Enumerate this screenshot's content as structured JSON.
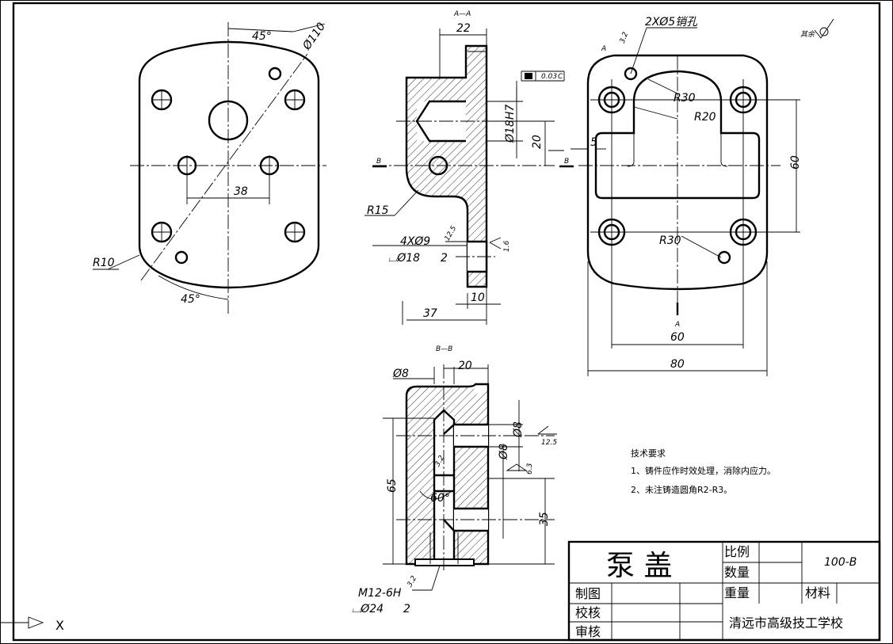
{
  "drawing": {
    "part_name": "泵  盖",
    "drawing_no": "100-B",
    "school": "清远市高级技工学校",
    "roles": {
      "drafted": "制图",
      "checked": "校核",
      "approved": "审核"
    },
    "props": {
      "scale": "比例",
      "quantity": "数量",
      "weight": "重量",
      "material": "材料"
    }
  },
  "views": {
    "section_aa": "A—A",
    "section_bb": "B—B",
    "plane_b": "B",
    "plane_a": "A"
  },
  "dims": {
    "angle_top": "45°",
    "angle_bottom": "45°",
    "dia_110": "Ø110",
    "d38": "38",
    "r10": "R10",
    "d22": "22",
    "dia18h7": "Ø18H7",
    "d20": "20",
    "r15": "R15",
    "holes_4x9": "4XØ9",
    "cbore18": "⌴Ø18",
    "depth2": "2",
    "d37": "37",
    "d10": "10",
    "dowel": "2XØ5销孔",
    "r30_top": "R30",
    "r20": "R20",
    "d5": "5",
    "d60_v": "60",
    "r30_bot": "R30",
    "d60_h": "60",
    "d80": "80",
    "dia8_a": "Ø8",
    "d20_b": "20",
    "dia8_b": "Ø8",
    "dia8_c": "Ø8",
    "d65": "65",
    "d35": "35",
    "angle60": "60°",
    "thread": "M12-6H",
    "cbore24": "⌴Ø24",
    "depth2b": "2"
  },
  "roughness": {
    "r12_5_a": "12.5",
    "r1_6": "1.6",
    "r3_2_a": "3.2",
    "r12_5_b": "12.5",
    "r6_3": "6.3",
    "r3_2_b": "3.2",
    "r3_2_c": "3.2",
    "other": "其余"
  },
  "tolerance": {
    "value": "0.03",
    "datum": "C"
  },
  "notes": {
    "heading": "技术要求",
    "line1": "1、铸件应作时效处理，消除内应力。",
    "line2": "2、未注铸造圆角R2-R3。"
  },
  "axis": {
    "x_label": "X"
  }
}
